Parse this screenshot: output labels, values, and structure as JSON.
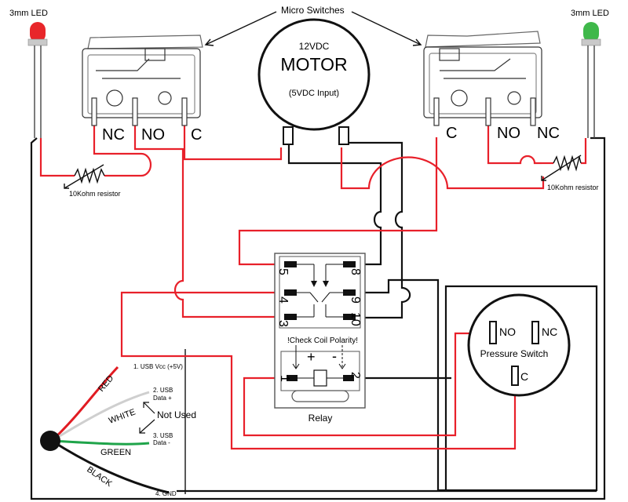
{
  "labels": {
    "micro_switches": "Micro Switches",
    "led_left": "3mm LED",
    "led_right": "3mm LED",
    "motor_voltage": "12VDC",
    "motor_title": "MOTOR",
    "motor_input": "(5VDC Input)",
    "resistor_left": "10Kohm resistor",
    "resistor_right": "10Kohm resistor",
    "relay": "Relay",
    "check_polarity": "!Check Coil Polarity!",
    "pressure_switch": "Pressure Switch",
    "not_used": "Not Used"
  },
  "left_switch": {
    "nc": "NC",
    "no": "NO",
    "c": "C"
  },
  "right_switch": {
    "c": "C",
    "no": "NO",
    "nc": "NC"
  },
  "relay_pins": {
    "p5": "5",
    "p4": "4",
    "p3": "3",
    "p8": "8",
    "p9": "9",
    "p10": "10",
    "p1": "1",
    "p2": "2",
    "plus": "+",
    "minus": "-"
  },
  "pressure_pins": {
    "no": "NO",
    "nc": "NC",
    "c": "C"
  },
  "usb": {
    "vcc": "1. USB Vcc (+5V)",
    "data_plus_1": "2. USB",
    "data_plus_2": "Data +",
    "data_minus_1": "3. USB",
    "data_minus_2": "Data -",
    "gnd": "4. GND",
    "red": "RED",
    "white": "WHITE",
    "green": "GREEN",
    "black": "BLACK"
  },
  "colors": {
    "wire_red": "#e8202a",
    "wire_black": "#111111",
    "led_red": "#e8262a",
    "led_green": "#3fb84a"
  },
  "icons": [
    "led-red-icon",
    "led-green-icon",
    "microswitch-left-icon",
    "microswitch-right-icon",
    "motor-icon",
    "resistor-icon",
    "relay-icon",
    "pressure-switch-icon",
    "usb-cable-icon"
  ]
}
